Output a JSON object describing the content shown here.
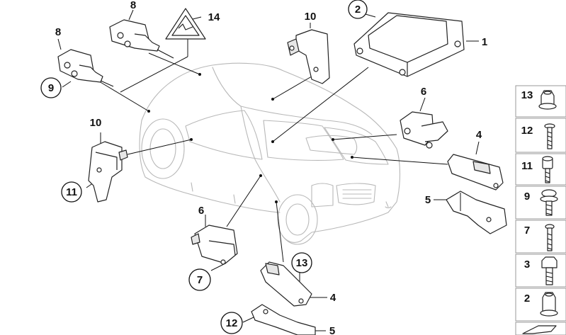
{
  "callouts": {
    "c1": "1",
    "c2": "2",
    "c4a": "4",
    "c4b": "4",
    "c5a": "5",
    "c5b": "5",
    "c6a": "6",
    "c6b": "6",
    "c7": "7",
    "c8a": "8",
    "c8b": "8",
    "c9": "9",
    "c10a": "10",
    "c10b": "10",
    "c11": "11",
    "c12": "12",
    "c13": "13",
    "c14": "14"
  },
  "side_panel": {
    "items": [
      "13",
      "12",
      "11",
      "9",
      "7",
      "3",
      "2"
    ]
  }
}
